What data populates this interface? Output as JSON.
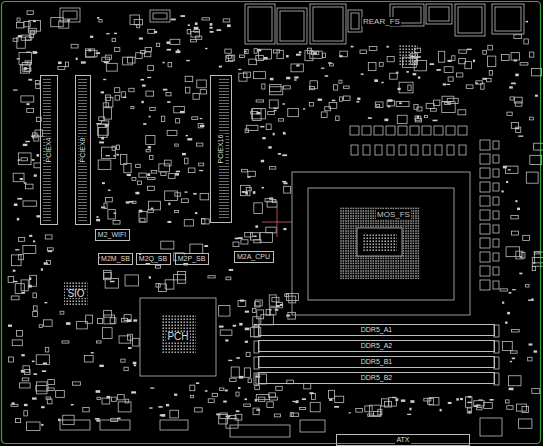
{
  "diagram": {
    "nodes": [
      {
        "text": [
          "PCIEX4"
        ]
      },
      {
        "text": [
          "PCIEX8"
        ]
      },
      {
        "text": [
          "PCIEX16"
        ]
      },
      {
        "text": [
          "M2_WIFI"
        ]
      },
      {
        "text": [
          "M2M_SB"
        ]
      },
      {
        "text": [
          "M2Q_SB"
        ]
      },
      {
        "text": [
          "M2P_SB"
        ]
      },
      {
        "text": [
          "M2A_CPU"
        ]
      },
      {
        "text": [
          "SIO"
        ]
      },
      {
        "text": [
          "PCH"
        ]
      },
      {
        "text": [
          "DDR5_A1"
        ]
      },
      {
        "text": [
          "DDR5_A2"
        ]
      },
      {
        "text": [
          "DDR5_B1"
        ]
      },
      {
        "text": [
          "DDR5_B2"
        ]
      },
      {
        "text": [
          "ATX"
        ]
      }
    ],
    "labels": [
      "REAR_FS",
      "MOS_FS"
    ]
  }
}
